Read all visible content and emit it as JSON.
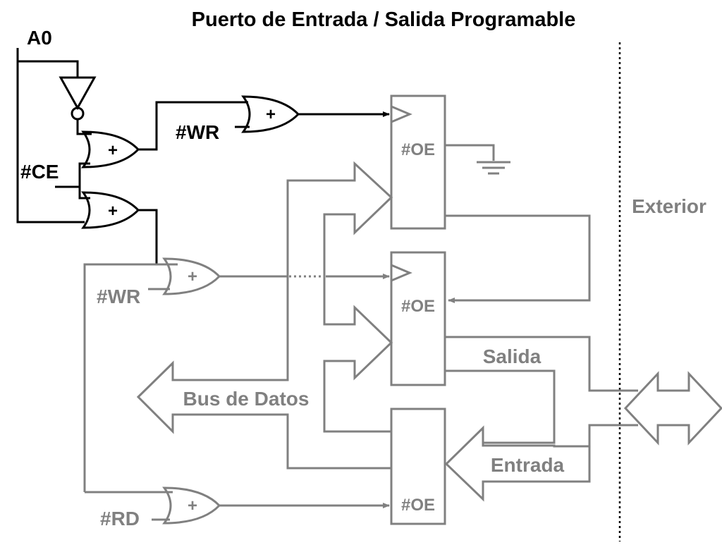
{
  "title": "Puerto de Entrada / Salida Programable",
  "signals": {
    "a0": "A0",
    "ce": "#CE",
    "wr_top": "#WR",
    "wr_mid": "#WR",
    "rd": "#RD"
  },
  "gate_symbol": "+",
  "registers": {
    "oe_top": "#OE",
    "oe_mid": "#OE",
    "oe_bottom": "#OE"
  },
  "labels": {
    "exterior": "Exterior",
    "bus_datos": "Bus de Datos",
    "salida": "Salida",
    "entrada": "Entrada"
  },
  "colors": {
    "active": "#000000",
    "inactive": "#808080"
  }
}
